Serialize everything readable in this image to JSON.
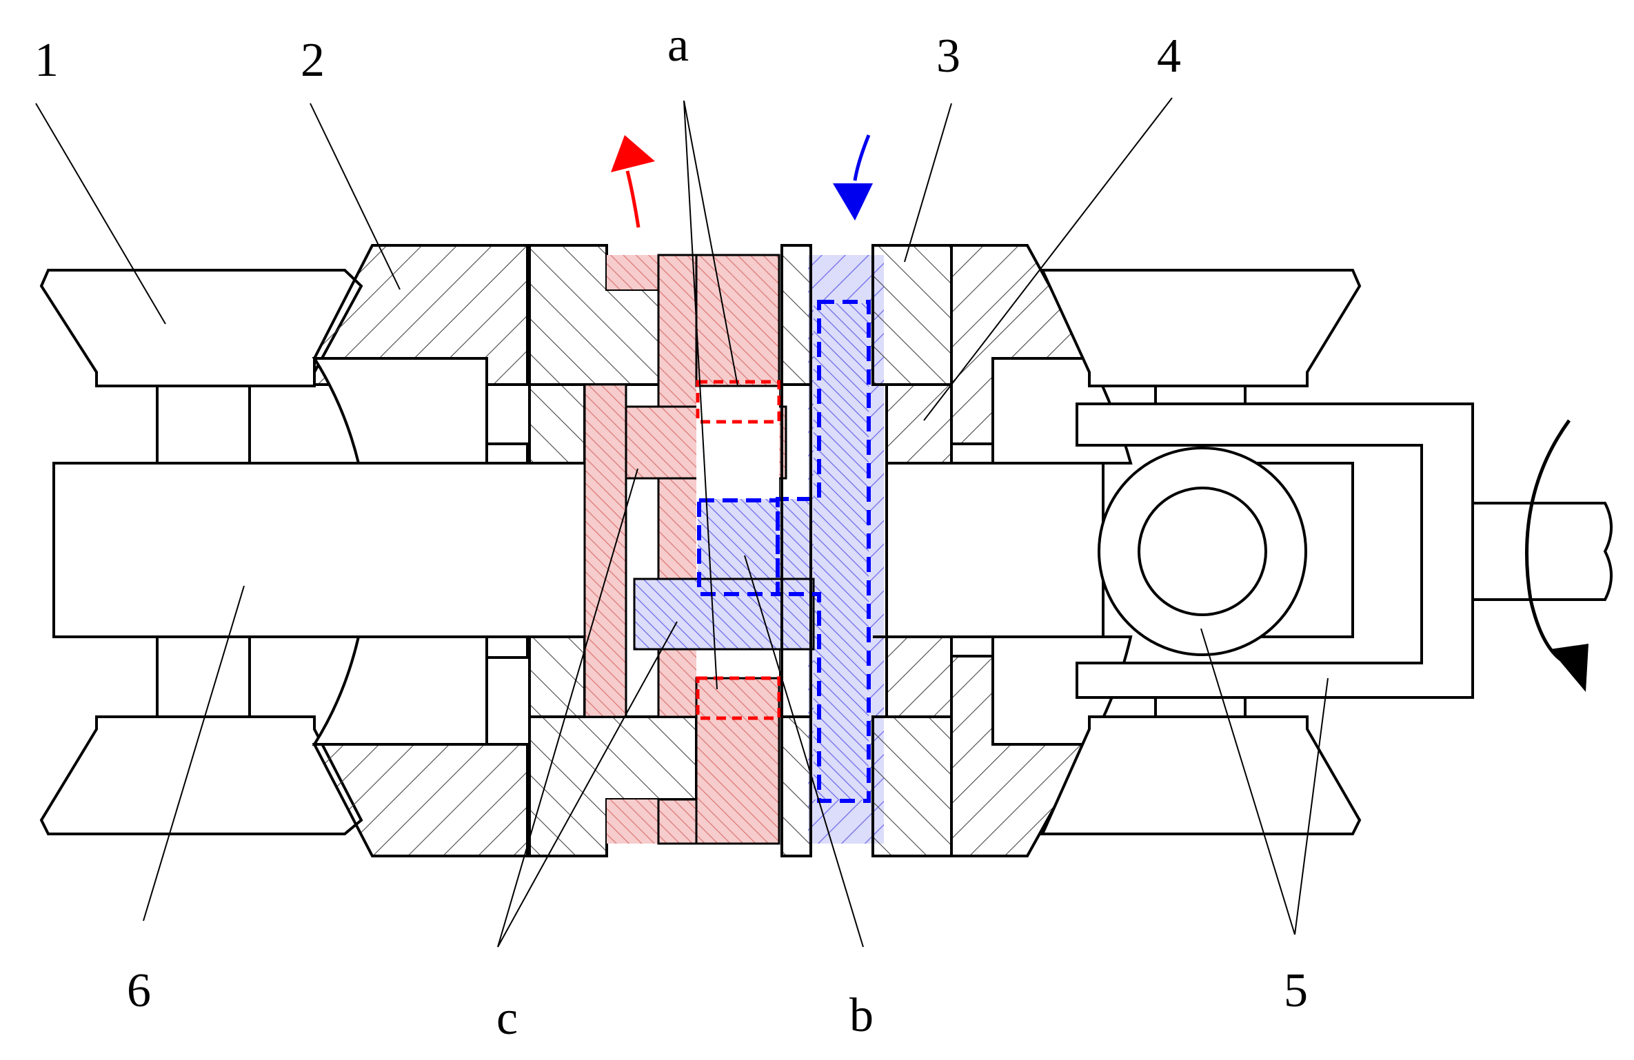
{
  "diagram": {
    "labels": {
      "n1": "1",
      "n2": "2",
      "n3": "3",
      "n4": "4",
      "n5": "5",
      "n6": "6",
      "a": "a",
      "b": "b",
      "c": "c"
    },
    "colors": {
      "line": "#000000",
      "hatch_gray": "#444444",
      "red_highlight": "#e88a8a",
      "red_fill": "#f6cccc",
      "red_arrow": "#ff0000",
      "red_dash": "#ff0000",
      "blue_highlight": "#7c7cf0",
      "blue_fill": "#dcdcfb",
      "blue_arrow": "#0000ee",
      "blue_dash": "#0000ff",
      "black_arrow": "#000000"
    }
  }
}
